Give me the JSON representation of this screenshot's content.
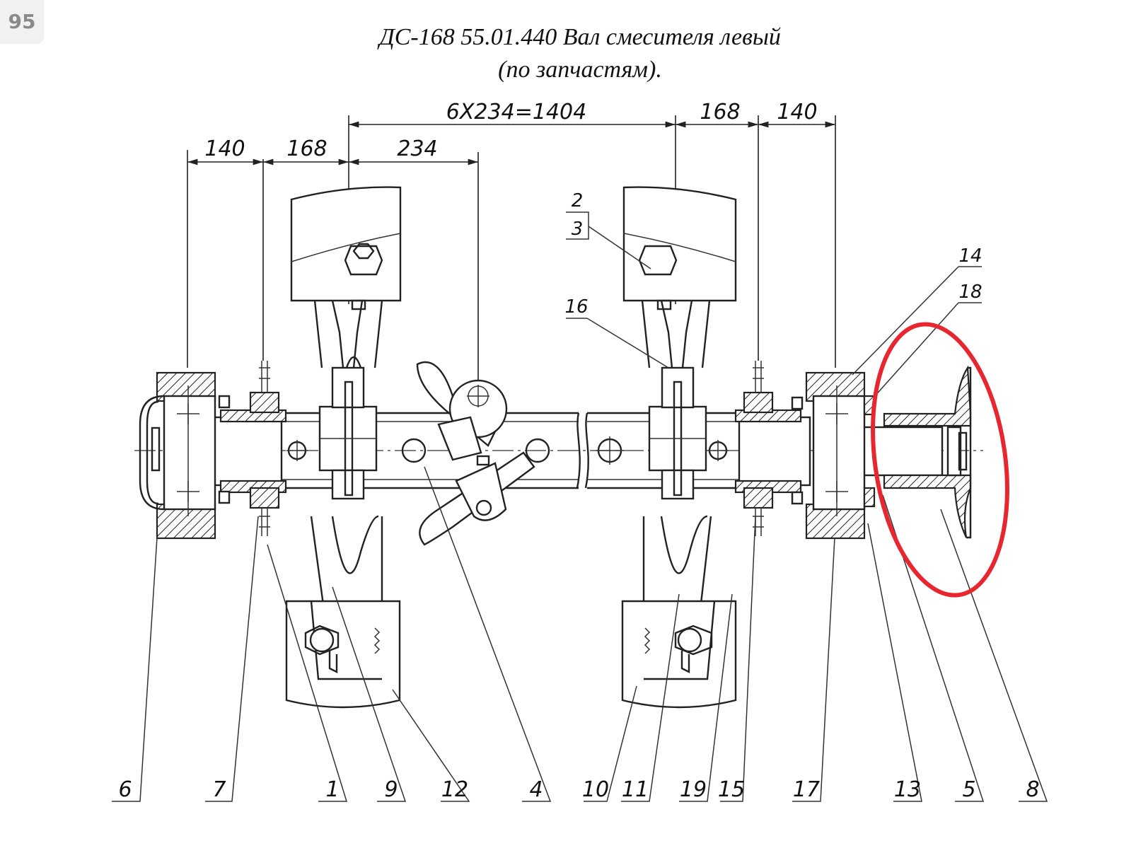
{
  "page_number": "95",
  "title": {
    "line1": "ДС-168 55.01.440 Вал смесителя левый",
    "line2": "(по запчастям)."
  },
  "dimensions": {
    "top_total": "6X234=1404",
    "top_168": "168",
    "top_140": "140",
    "left_140": "140",
    "left_168": "168",
    "left_234": "234"
  },
  "callouts": {
    "c2": "2",
    "c3": "3",
    "c16": "16",
    "c14": "14",
    "c18": "18",
    "bottom": [
      "6",
      "7",
      "1",
      "9",
      "12",
      "4",
      "10",
      "11",
      "19",
      "15",
      "17",
      "13",
      "5",
      "8"
    ]
  },
  "highlight": {
    "color": "#e8262f",
    "shape": "ellipse"
  }
}
